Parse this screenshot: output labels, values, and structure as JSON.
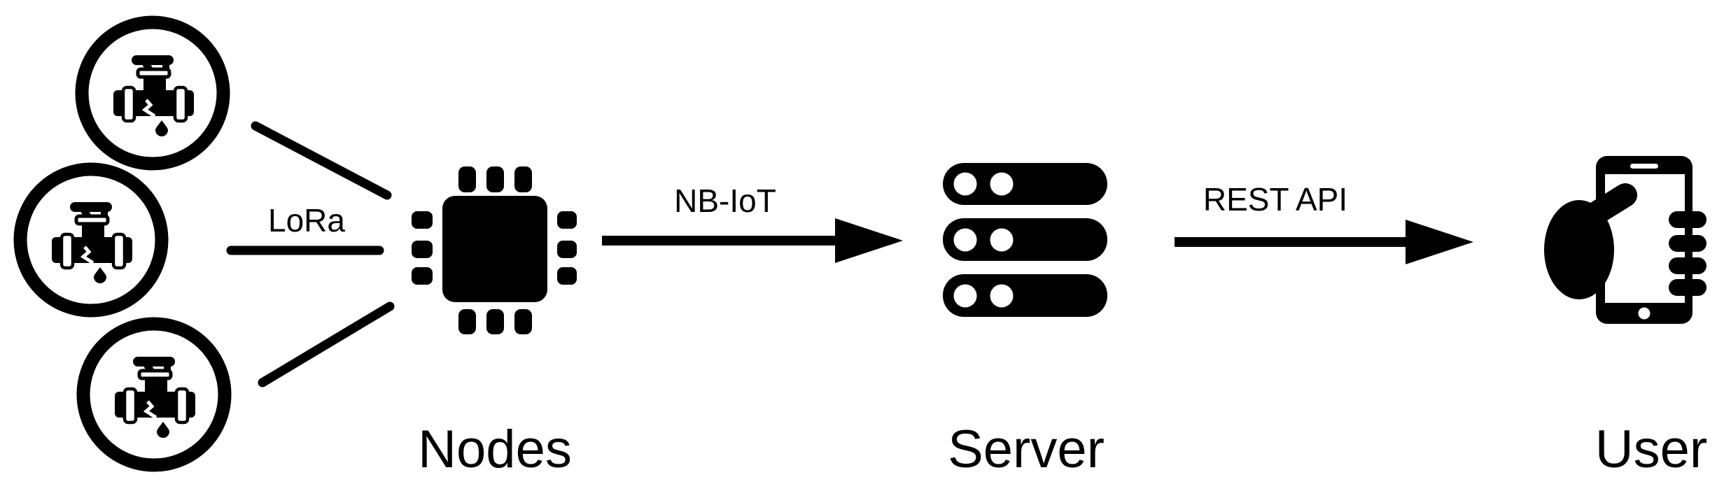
{
  "diagram": {
    "colors": {
      "ink": "#000000",
      "paper": "#ffffff"
    },
    "sensors": {
      "icon": "water-valve-leak-icon",
      "count": 3
    },
    "links": [
      {
        "id": "lora",
        "label": "LoRa",
        "type": "plain-line-fan",
        "from": "sensors",
        "to": "nodes"
      },
      {
        "id": "nbiot",
        "label": "NB-IoT",
        "type": "arrow",
        "from": "nodes",
        "to": "server"
      },
      {
        "id": "restapi",
        "label": "REST API",
        "type": "arrow",
        "from": "server",
        "to": "user"
      }
    ],
    "entities": [
      {
        "id": "nodes",
        "label": "Nodes",
        "icon": "microchip-icon"
      },
      {
        "id": "server",
        "label": "Server",
        "icon": "server-stack-icon"
      },
      {
        "id": "user",
        "label": "User",
        "icon": "hand-holding-smartphone-icon"
      }
    ]
  }
}
